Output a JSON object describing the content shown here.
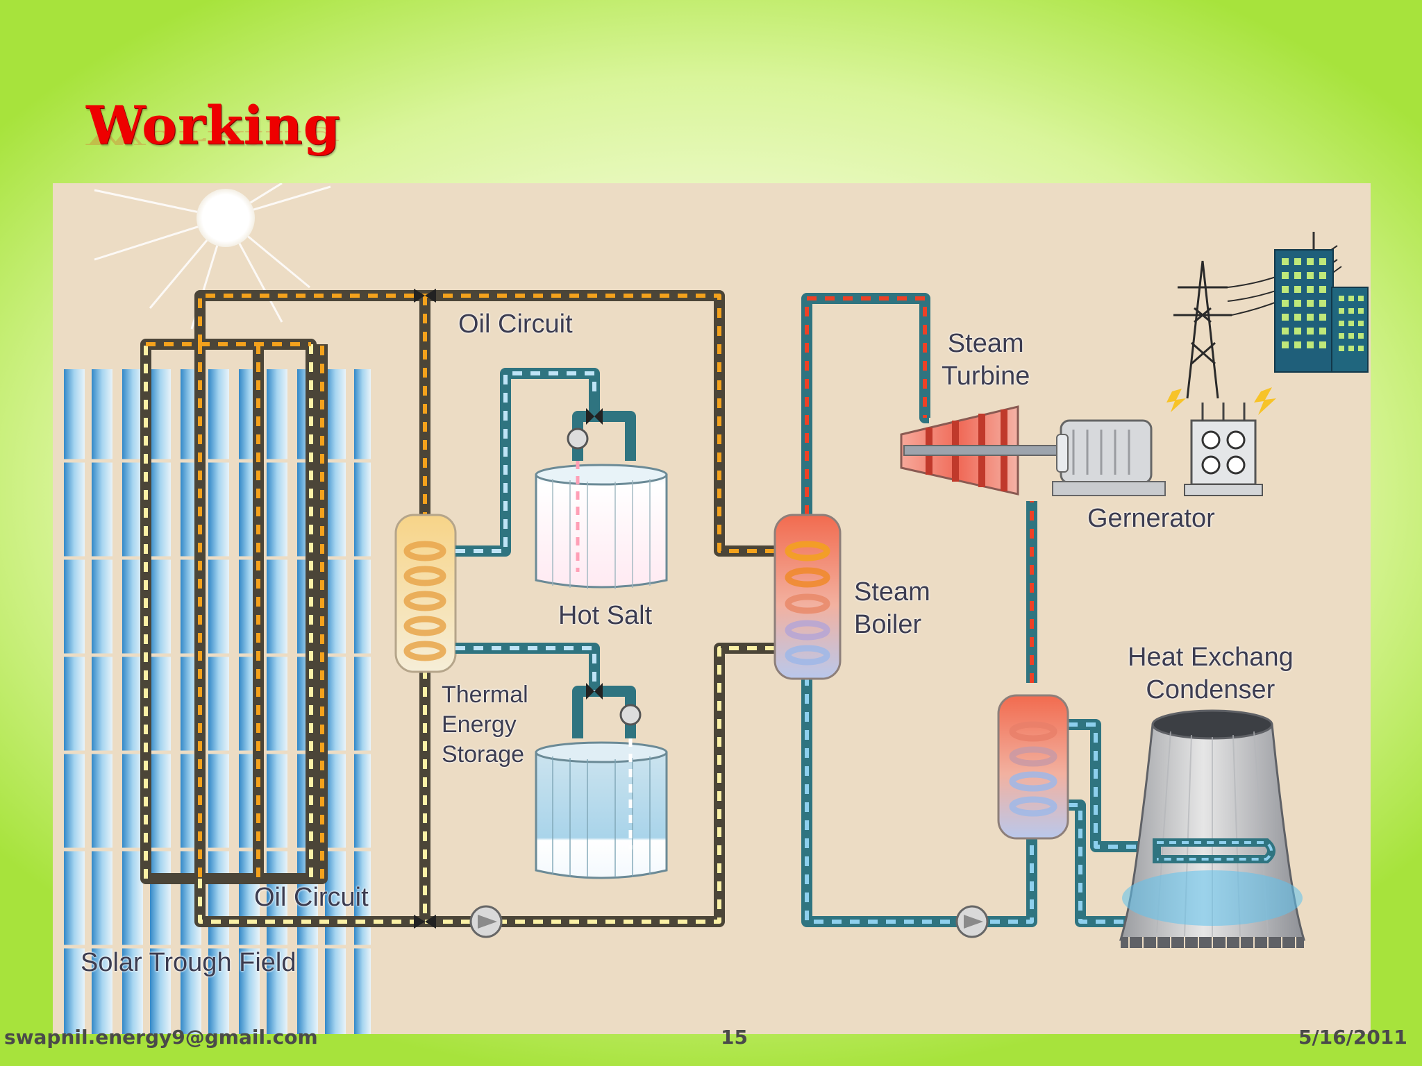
{
  "slide": {
    "title": "Working"
  },
  "diagram": {
    "labels": {
      "oil_circuit_top": "Oil Circuit",
      "oil_circuit_bottom": "Oil Circuit",
      "solar_field": "Solar Trough Field",
      "hot_salt": "Hot Salt",
      "thermal_storage": "Thermal\nEnergy\nStorage",
      "steam_boiler": "Steam\nBoiler",
      "steam_turbine": "Steam\nTurbine",
      "generator": "Gernerator",
      "condenser": "Heat Exchang\nCondenser"
    },
    "colors": {
      "oil_hot": "#f4a21c",
      "oil_cold": "#fbf1a6",
      "salt_hot": "#ff9fb6",
      "salt_cold": "#bfe4f7",
      "steam": "#ee4126",
      "water": "#8ed0ee",
      "pipe_dark": "#4b4538",
      "pipe_teal": "#2f7480",
      "panel_bg": "#ecdcc4"
    }
  },
  "footer": {
    "email": "swapnil.energy9@gmail.com",
    "page_number": "15",
    "date": "5/16/2011"
  }
}
